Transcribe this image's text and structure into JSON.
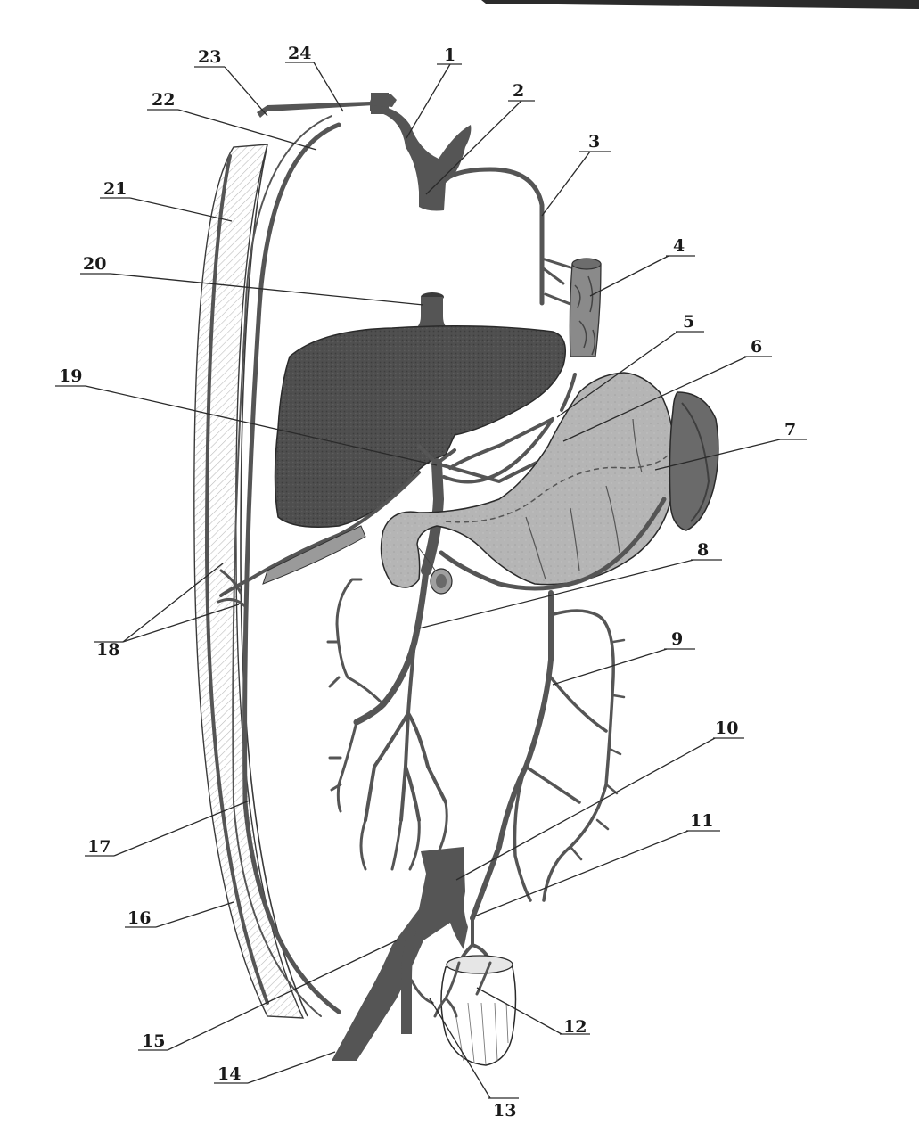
{
  "diagram": {
    "labels": [
      "1",
      "2",
      "3",
      "4",
      "5",
      "6",
      "7",
      "8",
      "9",
      "10",
      "11",
      "12",
      "13",
      "14",
      "15",
      "16",
      "17",
      "18",
      "19",
      "20",
      "21",
      "22",
      "23",
      "24"
    ]
  },
  "colors": {
    "vein": "#555555",
    "liver": "#505050",
    "stomach": "#b8b8b8",
    "spleen": "#6a6a6a",
    "wall_hatch": "#cfcfcf",
    "line": "#2a2a2a"
  }
}
